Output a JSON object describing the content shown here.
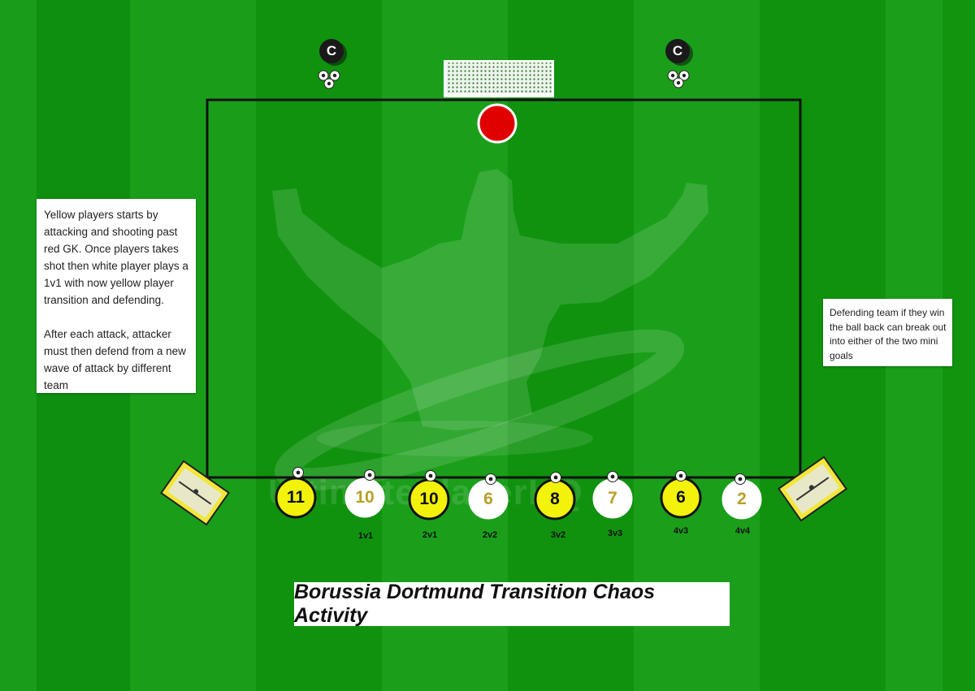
{
  "title": "Borussia Dortmund Transition Chaos Activity",
  "left_note": {
    "paragraph1": "Yellow players starts by attacking and shooting past red GK. Once players takes shot then white player plays a 1v1 with now yellow player transition and defending.",
    "paragraph2": "After each attack, attacker must then defend from a new wave of attack by different team"
  },
  "right_note": "Defending team if they win the ball back can break out into either of the two mini goals",
  "watermark": "UltimatePlayerHQ",
  "coaches": [
    {
      "label": "C"
    },
    {
      "label": "C"
    }
  ],
  "players": [
    {
      "number": "11",
      "team": "yellow",
      "stage": ""
    },
    {
      "number": "10",
      "team": "white",
      "stage": "1v1"
    },
    {
      "number": "10",
      "team": "yellow",
      "stage": "2v1"
    },
    {
      "number": "6",
      "team": "white",
      "stage": "2v2"
    },
    {
      "number": "8",
      "team": "yellow",
      "stage": "3v2"
    },
    {
      "number": "7",
      "team": "white",
      "stage": "3v3"
    },
    {
      "number": "6",
      "team": "yellow",
      "stage": "4v3"
    },
    {
      "number": "2",
      "team": "white",
      "stage": "4v4"
    }
  ],
  "colors": {
    "yellow_player": "#f2f20a",
    "white_player": "#ffffff",
    "white_player_number": "#b8a028",
    "goalkeeper": "#e00000",
    "area_line": "#111111"
  }
}
